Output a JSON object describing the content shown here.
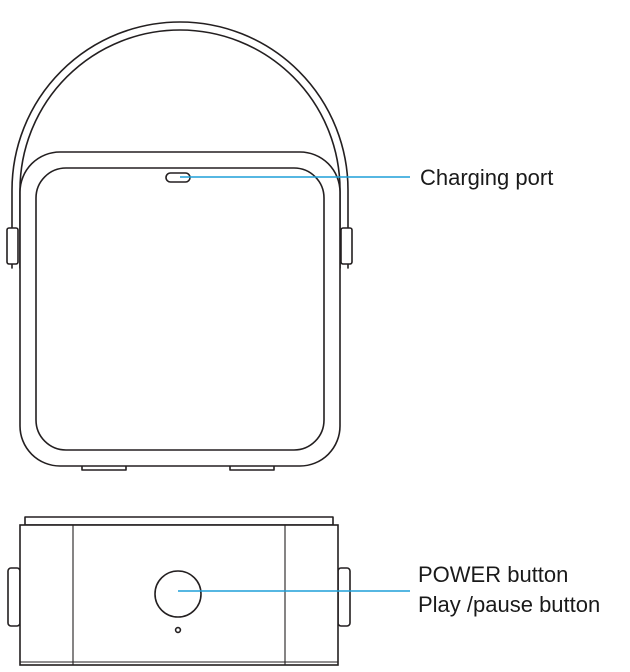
{
  "callouts": {
    "charging_port": "Charging port",
    "power_button_line1": "POWER button",
    "power_button_line2": "Play /pause button"
  },
  "colors": {
    "leader_line": "#1e9fd8",
    "outline": "#231f20"
  }
}
